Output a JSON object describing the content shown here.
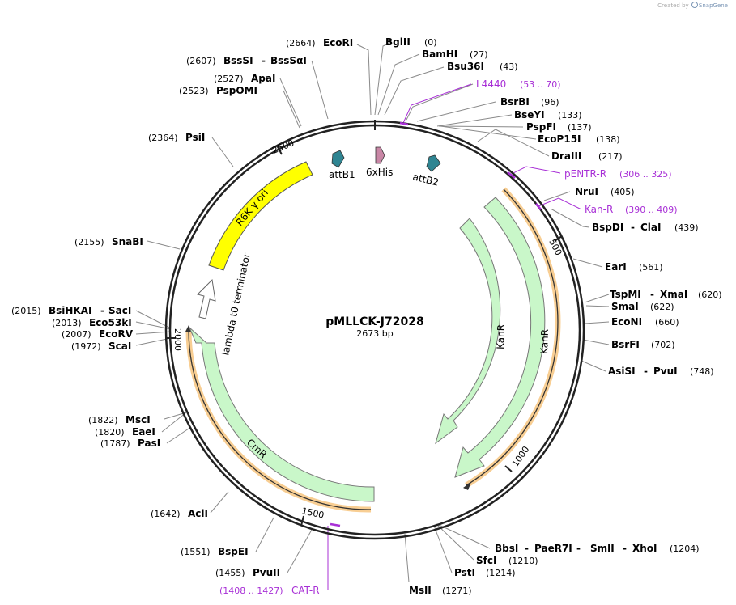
{
  "credit": {
    "prefix": "Created by",
    "brand": "SnapGene"
  },
  "plasmid": {
    "name": "pMLLCK-J72028",
    "length_label": "2673 bp",
    "length": 2673
  },
  "ticks": [
    "500",
    "1000",
    "1500",
    "2000",
    "2500"
  ],
  "colors": {
    "backbone": "#222222",
    "primer": "#a830d6",
    "kan_fill": "#c9f7c9",
    "ori_fill": "#ffff00",
    "att_fill": "#2f8592",
    "his_fill": "#c987a6",
    "highlight": "#f2a63a"
  },
  "sites": [
    {
      "name": "EcoRI",
      "pos": "(2664)"
    },
    {
      "name": "BglII",
      "pos": "(0)"
    },
    {
      "name": "BamHI",
      "pos": "(27)"
    },
    {
      "name": "Bsu36I",
      "pos": "(43)"
    },
    {
      "name": "BsrBI",
      "pos": "(96)"
    },
    {
      "name": "BseYI",
      "pos": "(133)"
    },
    {
      "name": "PspFI",
      "pos": "(137)"
    },
    {
      "name": "EcoP15I",
      "pos": "(138)"
    },
    {
      "name": "DraIII",
      "pos": "(217)"
    },
    {
      "name": "NruI",
      "pos": "(405)"
    },
    {
      "name": "BspDI",
      "name2": "ClaI",
      "pos": "(439)"
    },
    {
      "name": "EarI",
      "pos": "(561)"
    },
    {
      "name": "TspMI",
      "name2": "XmaI",
      "pos": "(620)"
    },
    {
      "name": "SmaI",
      "pos": "(622)"
    },
    {
      "name": "EcoNI",
      "pos": "(660)"
    },
    {
      "name": "BsrFI",
      "pos": "(702)"
    },
    {
      "name": "AsiSI",
      "name2": "PvuI",
      "pos": "(748)"
    },
    {
      "name": "BbsI",
      "name2": "PaeR7I",
      "name3": "SmlI",
      "name4": "XhoI",
      "pos": "(1204)"
    },
    {
      "name": "SfcI",
      "pos": "(1210)"
    },
    {
      "name": "PstI",
      "pos": "(1214)"
    },
    {
      "name": "MslI",
      "pos": "(1271)"
    },
    {
      "name": "PvuII",
      "pos": "(1455)"
    },
    {
      "name": "BspEI",
      "pos": "(1551)"
    },
    {
      "name": "AclI",
      "pos": "(1642)"
    },
    {
      "name": "PasI",
      "pos": "(1787)"
    },
    {
      "name": "EaeI",
      "pos": "(1820)"
    },
    {
      "name": "MscI",
      "pos": "(1822)"
    },
    {
      "name": "ScaI",
      "pos": "(1972)"
    },
    {
      "name": "EcoRV",
      "pos": "(2007)"
    },
    {
      "name": "Eco53kI",
      "pos": "(2013)"
    },
    {
      "name": "BsiHKAI",
      "name2": "SacI",
      "pos": "(2015)"
    },
    {
      "name": "SnaBI",
      "pos": "(2155)"
    },
    {
      "name": "PsiI",
      "pos": "(2364)"
    },
    {
      "name": "PspOMI",
      "pos": "(2523)"
    },
    {
      "name": "ApaI",
      "pos": "(2527)"
    },
    {
      "name": "BssSI",
      "name2": "BssSαI",
      "pos": "(2607)"
    }
  ],
  "primers": [
    {
      "name": "L4440",
      "range": "(53 .. 70)"
    },
    {
      "name": "pENTR-R",
      "range": "(306 .. 325)"
    },
    {
      "name": "Kan-R",
      "range": "(390 .. 409)"
    },
    {
      "name": "CAT-R",
      "range": "(1408 .. 1427)"
    }
  ],
  "features": [
    {
      "name": "attB1"
    },
    {
      "name": "6xHis"
    },
    {
      "name": "attB2"
    },
    {
      "name": "KanR"
    },
    {
      "name": "KanR"
    },
    {
      "name": "CmR"
    },
    {
      "name": "lambda t0 terminator"
    },
    {
      "name": "R6K γ ori"
    }
  ]
}
